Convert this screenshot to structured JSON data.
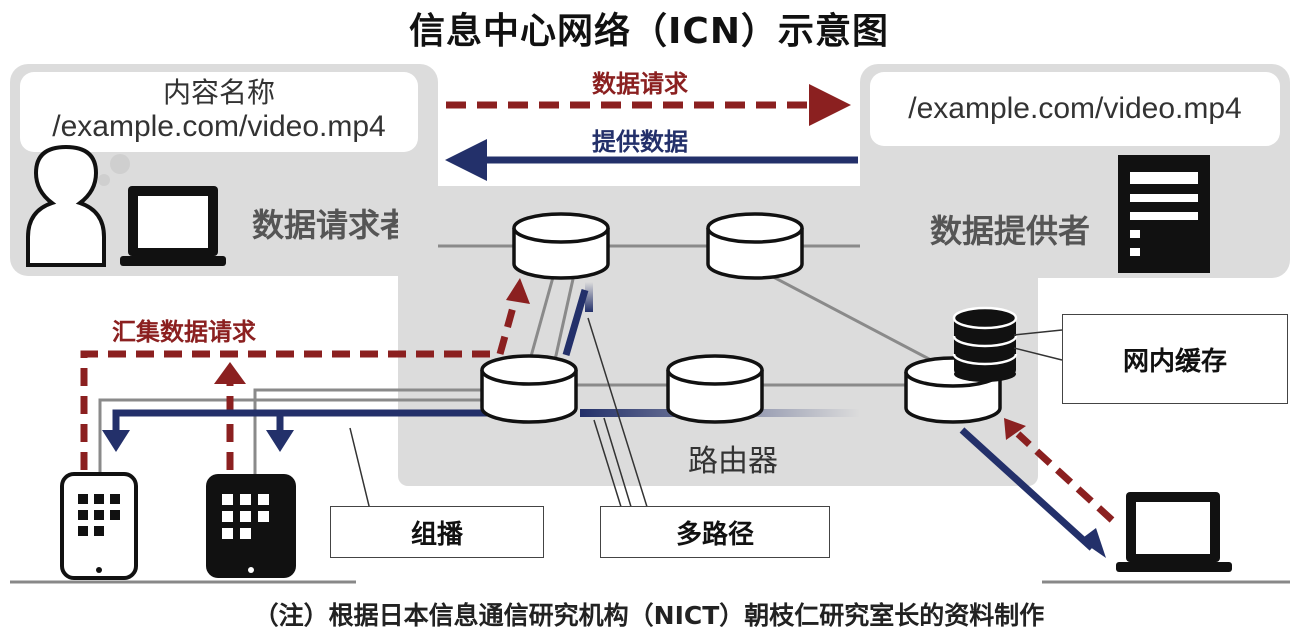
{
  "title": "信息中心网络（ICN）示意图",
  "requester": {
    "name_label": "内容名称",
    "content_name": "/example.com/video.mp4",
    "role_label": "数据请求者"
  },
  "provider": {
    "content_name": "/example.com/video.mp4",
    "role_label": "数据提供者"
  },
  "arrows": {
    "data_request": "数据请求",
    "provide_data": "提供数据",
    "aggregate_request": "汇集数据请求"
  },
  "network": {
    "router_label": "路由器",
    "in_network_cache": "网内缓存",
    "multicast": "组播",
    "multipath": "多路径"
  },
  "footnote": "（注）根据日本信息通信研究机构（NICT）朝枝仁研究室长的资料制作",
  "colors": {
    "request_red": "#8b2020",
    "data_blue": "#23306a",
    "panel_gray": "#dcdcdc"
  }
}
